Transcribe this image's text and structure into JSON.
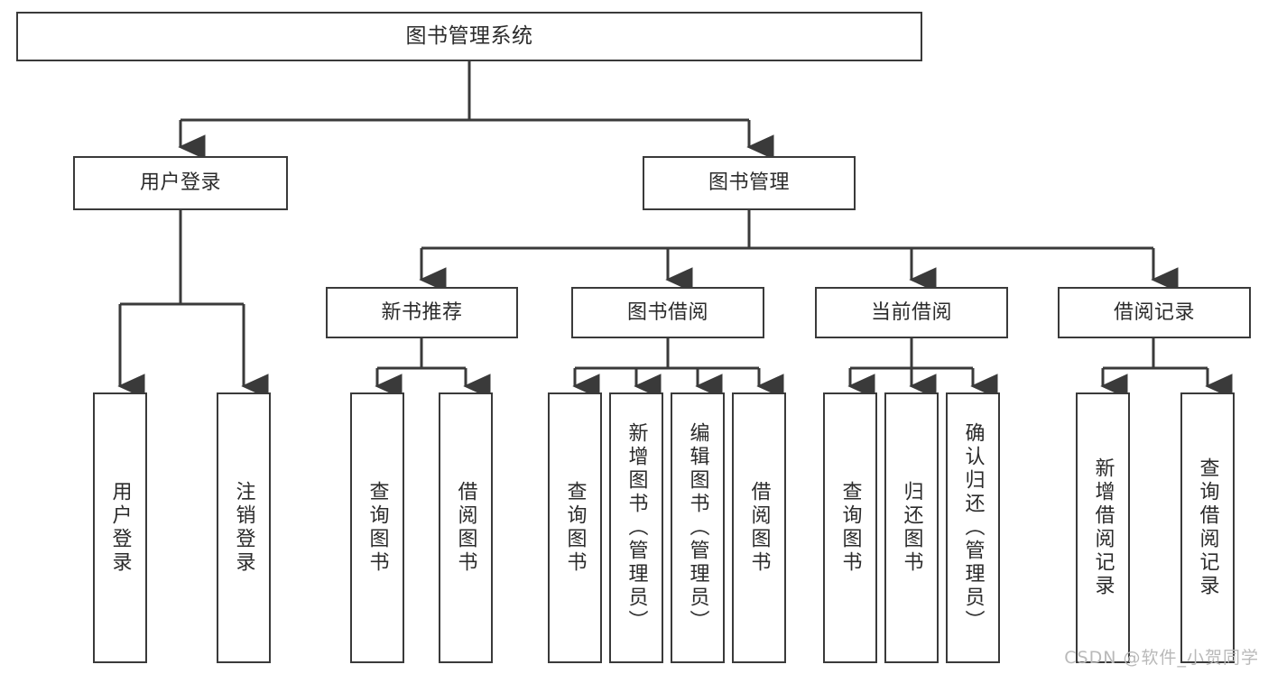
{
  "diagram": {
    "title": "图书管理系统",
    "watermark": "CSDN @软件_小贺同学",
    "line_color": "#3a3a3a",
    "box_fill": "#ffffff",
    "text_color": "#2b2b2b",
    "watermark_color": "#b9b9b9",
    "root": {
      "label": "图书管理系统"
    },
    "level2": [
      {
        "label": "用户登录"
      },
      {
        "label": "图书管理"
      }
    ],
    "level3": [
      {
        "label": "新书推荐"
      },
      {
        "label": "图书借阅"
      },
      {
        "label": "当前借阅"
      },
      {
        "label": "借阅记录"
      }
    ],
    "leaves": {
      "user_login": [
        {
          "label": "用户登录"
        },
        {
          "label": "注销登录"
        }
      ],
      "new_book_recommend": [
        {
          "label": "查询图书"
        },
        {
          "label": "借阅图书"
        }
      ],
      "book_borrow": [
        {
          "label": "查询图书"
        },
        {
          "label": "新增图书（管理员）"
        },
        {
          "label": "编辑图书（管理员）"
        },
        {
          "label": "借阅图书"
        }
      ],
      "current_borrow": [
        {
          "label": "查询图书"
        },
        {
          "label": "归还图书"
        },
        {
          "label": "确认归还（管理员）"
        }
      ],
      "borrow_record": [
        {
          "label": "新增借阅记录"
        },
        {
          "label": "查询借阅记录"
        }
      ]
    }
  }
}
